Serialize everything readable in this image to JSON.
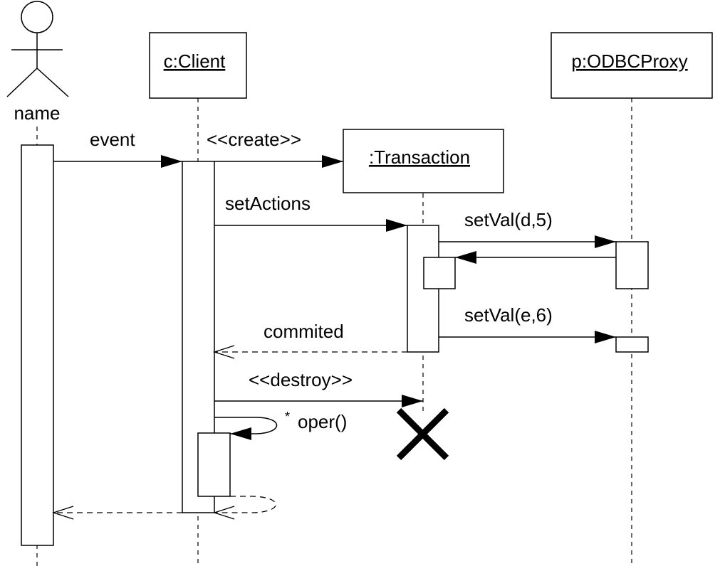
{
  "actor": {
    "name": "name"
  },
  "objects": {
    "client": "c:Client",
    "transaction": ":Transaction",
    "proxy": "p:ODBCProxy"
  },
  "messages": {
    "event": "event",
    "create": "<<create>>",
    "set_actions": "setActions",
    "set_val_d": "setVal(d,5)",
    "set_val_e": "setVal(e,6)",
    "commited": "commited",
    "destroy": "<<destroy>>",
    "oper": "oper()",
    "oper_multiplicity": "*"
  }
}
